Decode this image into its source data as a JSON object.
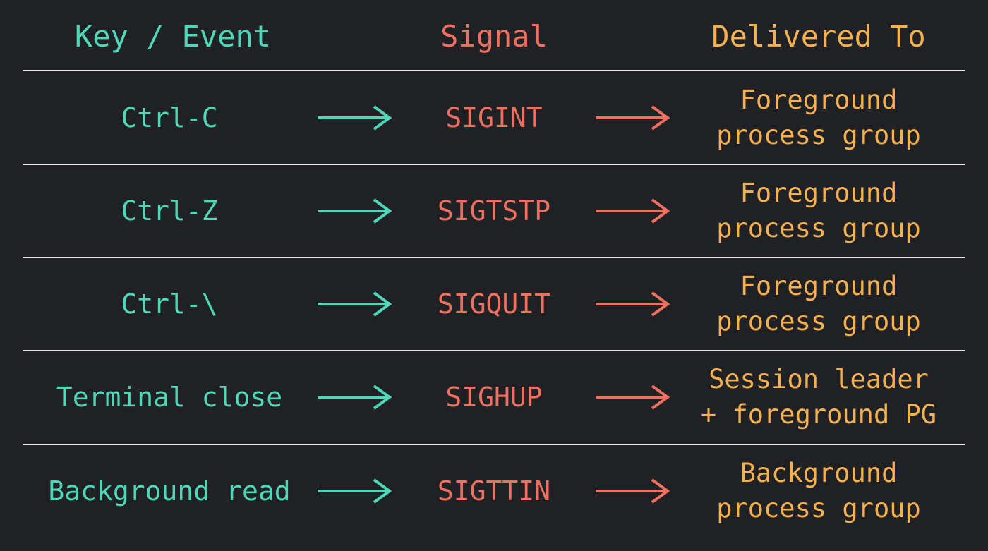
{
  "headers": {
    "key": "Key / Event",
    "signal": "Signal",
    "delivered": "Delivered To"
  },
  "colors": {
    "background": "#1f2125",
    "key": "#4fd8b8",
    "signal": "#f07060",
    "delivered": "#f5b050",
    "separator": "#e8e8e8"
  },
  "rows": [
    {
      "key": "Ctrl-C",
      "signal": "SIGINT",
      "dest1": "Foreground",
      "dest2": "process group"
    },
    {
      "key": "Ctrl-Z",
      "signal": "SIGTSTP",
      "dest1": "Foreground",
      "dest2": "process group"
    },
    {
      "key": "Ctrl-\\",
      "signal": "SIGQUIT",
      "dest1": "Foreground",
      "dest2": "process group"
    },
    {
      "key": "Terminal close",
      "signal": "SIGHUP",
      "dest1": "Session leader",
      "dest2": "+ foreground PG"
    },
    {
      "key": "Background read",
      "signal": "SIGTTIN",
      "dest1": "Background",
      "dest2": "process group"
    }
  ],
  "icons": {
    "arrow1": "right-arrow-icon",
    "arrow2": "right-arrow-icon"
  }
}
